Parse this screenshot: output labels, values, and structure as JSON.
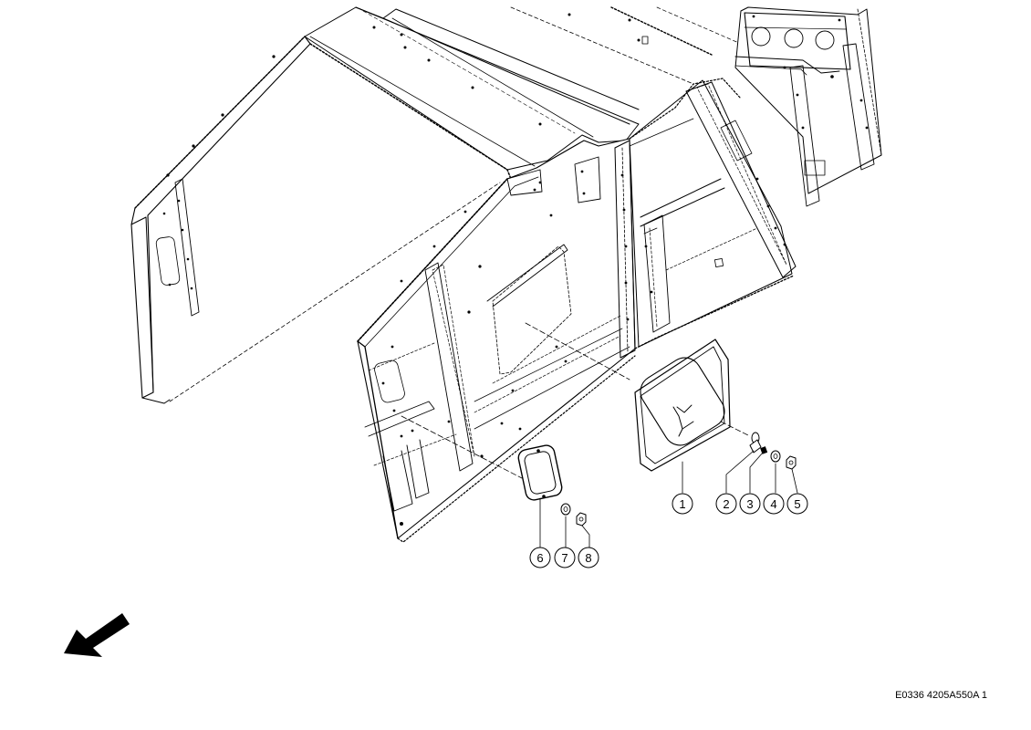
{
  "drawing": {
    "reference_code": "E0336 4205A550A 1",
    "line_color": "#000000",
    "background": "#ffffff",
    "direction_arrow": "arrow-icon"
  },
  "callouts": [
    {
      "id": "callout-1",
      "label": "1"
    },
    {
      "id": "callout-2",
      "label": "2"
    },
    {
      "id": "callout-3",
      "label": "3"
    },
    {
      "id": "callout-4",
      "label": "4"
    },
    {
      "id": "callout-5",
      "label": "5"
    },
    {
      "id": "callout-6",
      "label": "6"
    },
    {
      "id": "callout-7",
      "label": "7"
    },
    {
      "id": "callout-8",
      "label": "8"
    }
  ]
}
